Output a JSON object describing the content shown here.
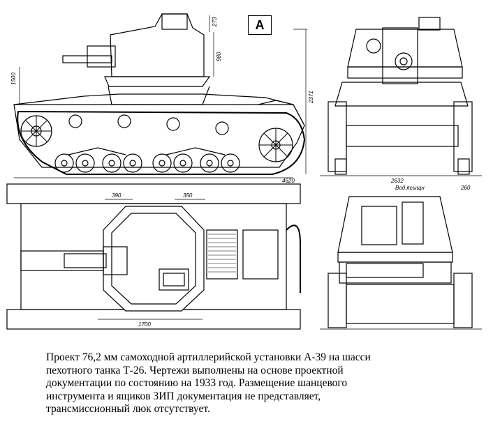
{
  "drawing": {
    "label": "A",
    "dimensions": {
      "turret_height_top": "273",
      "turret_height": "980",
      "hull_height": "1500",
      "total_length": "4620",
      "total_height": "2371",
      "track_width": "2632",
      "track_outer": "260",
      "water_line": "Вод.ясыщн",
      "top_offset_1": "390",
      "top_offset_2": "350",
      "turret_length": "1700"
    }
  },
  "caption": {
    "lines": [
      "Проект 76,2 мм самоходной артиллерийской установки А-39 на шасси",
      "пехотного танка Т-26. Чертежи выполнены на основе проектной",
      "документации по состоянию на 1933 год. Размещение шанцевого",
      "инструмента и ящиков ЗИП  документация не представляет,",
      "трансмиссионный люк отсутствует."
    ]
  }
}
